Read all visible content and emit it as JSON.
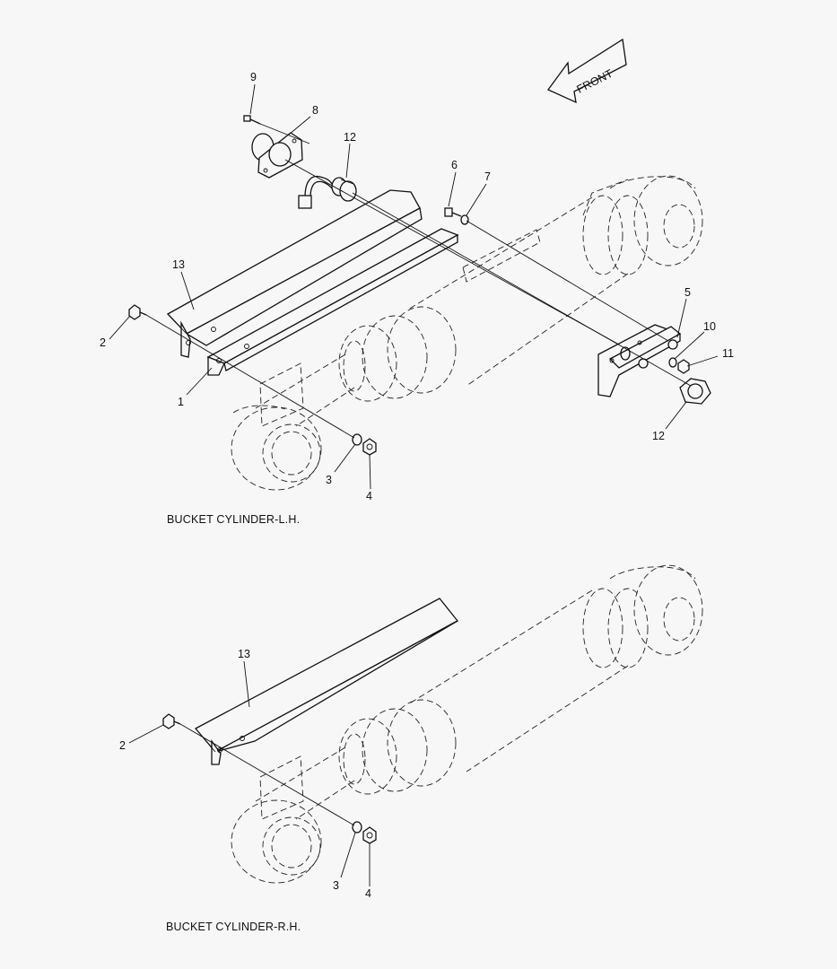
{
  "front_arrow": {
    "label": "FRONT"
  },
  "captions": {
    "left": "BUCKET CYLINDER-L.H.",
    "right": "BUCKET CYLINDER-R.H."
  },
  "callouts_lh": {
    "c9": "9",
    "c8": "8",
    "c12a": "12",
    "c6": "6",
    "c7": "7",
    "c13": "13",
    "c2": "2",
    "c1": "1",
    "c5": "5",
    "c10": "10",
    "c11": "11",
    "c12b": "12",
    "c3": "3",
    "c4": "4"
  },
  "callouts_rh": {
    "c13": "13",
    "c2": "2",
    "c3": "3",
    "c4": "4"
  }
}
